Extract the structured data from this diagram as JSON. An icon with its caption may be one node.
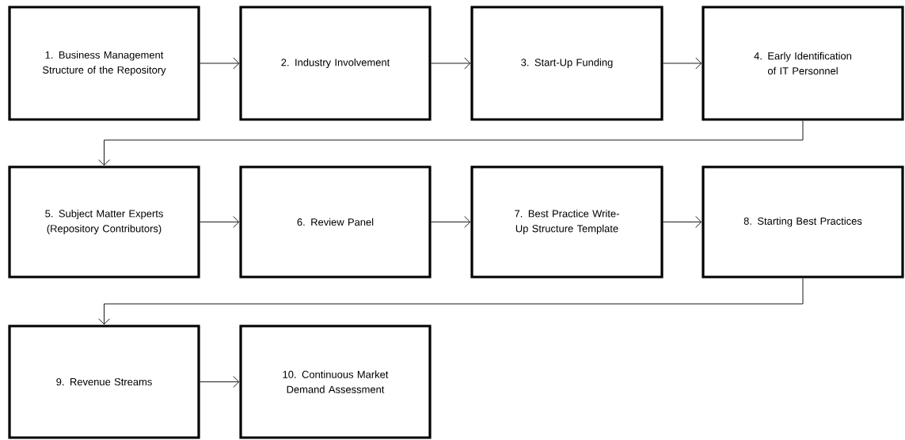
{
  "diagram": {
    "nodes": [
      {
        "text": [
          "1. Business Management Structure of the Repository"
        ]
      },
      {
        "text": [
          "2. Industry Involvement"
        ]
      },
      {
        "text": [
          "3. Start-Up Funding"
        ]
      },
      {
        "text": [
          "4. Early Identification of IT Personnel"
        ]
      },
      {
        "text": [
          "5. Subject Matter Experts (Repository Contributors)"
        ]
      },
      {
        "text": [
          "6. Review Panel"
        ]
      },
      {
        "text": [
          "7. Best Practice Write-Up Structure Template"
        ]
      },
      {
        "text": [
          "8. Starting Best Practices"
        ]
      },
      {
        "text": [
          "9. Revenue Streams"
        ]
      },
      {
        "text": [
          "10. Continuous Market Demand Assessment"
        ]
      }
    ],
    "edges": [
      {
        "from": 0,
        "to": 1,
        "arrow": "to"
      },
      {
        "from": 1,
        "to": 2,
        "arrow": "to"
      },
      {
        "from": 2,
        "to": 3,
        "arrow": "to"
      },
      {
        "from": 3,
        "to": 4,
        "arrow": "to"
      },
      {
        "from": 4,
        "to": 5,
        "arrow": "to"
      },
      {
        "from": 5,
        "to": 6,
        "arrow": "to"
      },
      {
        "from": 6,
        "to": 7,
        "arrow": "to"
      },
      {
        "from": 7,
        "to": 8,
        "arrow": "to"
      },
      {
        "from": 8,
        "to": 9,
        "arrow": "to"
      }
    ]
  }
}
